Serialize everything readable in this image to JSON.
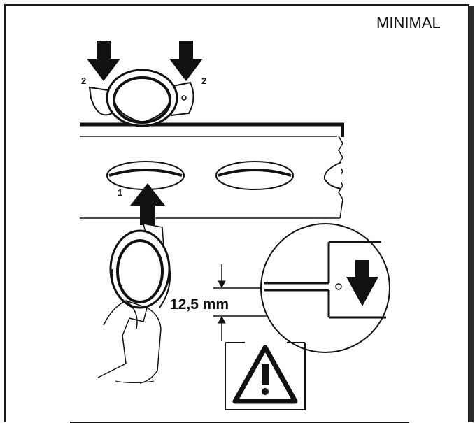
{
  "header": {
    "mode_label": "MINIMAL"
  },
  "callouts": {
    "left_number": "2",
    "right_number": "2",
    "hole_number": "1"
  },
  "measurement": {
    "gap": "12,5 mm"
  },
  "icons": {
    "warning": "warning-triangle-icon"
  },
  "colors": {
    "ink": "#111111",
    "paper": "#ffffff"
  }
}
